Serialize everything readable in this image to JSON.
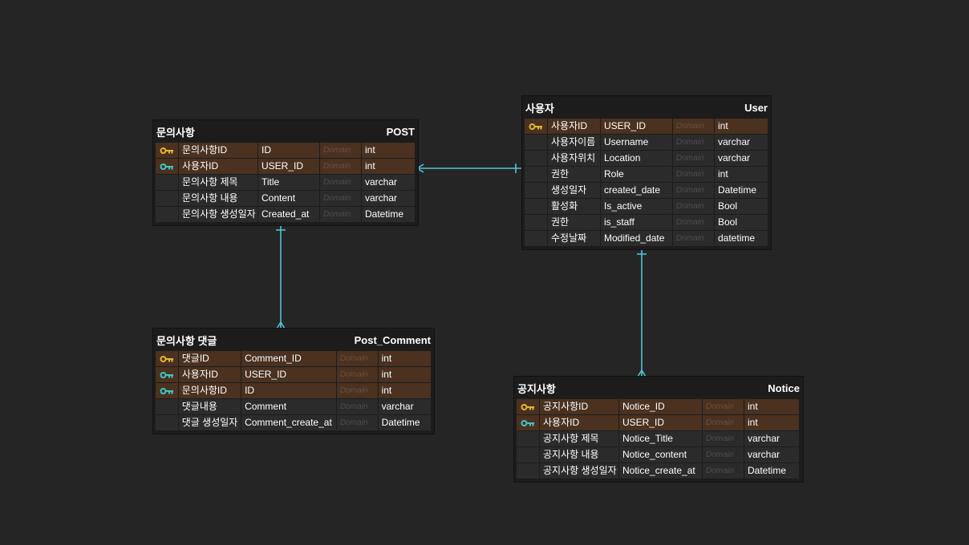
{
  "domain_placeholder": "Domain",
  "colors": {
    "background": "#252525",
    "key_row": "#4a3120",
    "primary_key_icon": "#e5b82a",
    "foreign_key_icon": "#3fc7c5",
    "relation_line": "#4fc3d9"
  },
  "tables": {
    "post": {
      "title_ko": "문의사항",
      "title_en": "POST",
      "rows": [
        {
          "key": "pk",
          "ko": "문의사항ID",
          "name": "ID",
          "type": "int"
        },
        {
          "key": "fk",
          "ko": "사용자ID",
          "name": "USER_ID",
          "type": "int"
        },
        {
          "key": "",
          "ko": "문의사항 제목",
          "name": "Title",
          "type": "varchar"
        },
        {
          "key": "",
          "ko": "문의사항 내용",
          "name": "Content",
          "type": "varchar"
        },
        {
          "key": "",
          "ko": "문의사항 생성일자",
          "name": " Created_at",
          "type": "Datetime"
        }
      ]
    },
    "user": {
      "title_ko": "사용자",
      "title_en": "User",
      "rows": [
        {
          "key": "pk",
          "ko": "사용자ID",
          "name": "USER_ID",
          "type": "int"
        },
        {
          "key": "",
          "ko": "사용자이름",
          "name": "Username",
          "type": "varchar"
        },
        {
          "key": "",
          "ko": "사용자위치",
          "name": "Location",
          "type": "varchar"
        },
        {
          "key": "",
          "ko": "권한",
          "name": "Role",
          "type": "int"
        },
        {
          "key": "",
          "ko": "생성일자",
          "name": "created_date",
          "type": "Datetime"
        },
        {
          "key": "",
          "ko": "활성화",
          "name": "Is_active",
          "type": "Bool"
        },
        {
          "key": "",
          "ko": "권한",
          "name": "is_staff",
          "type": "Bool"
        },
        {
          "key": "",
          "ko": "수정날짜",
          "name": "Modified_date",
          "type": "datetime"
        }
      ]
    },
    "post_comment": {
      "title_ko": "문의사항 댓글",
      "title_en": "Post_Comment",
      "rows": [
        {
          "key": "pk",
          "ko": "댓글ID",
          "name": "Comment_ID",
          "type": "int"
        },
        {
          "key": "fk",
          "ko": "사용자ID",
          "name": "USER_ID",
          "type": "int"
        },
        {
          "key": "fk",
          "ko": "문의사항ID",
          "name": "ID",
          "type": "int"
        },
        {
          "key": "",
          "ko": "댓글내용",
          "name": "Comment",
          "type": "varchar"
        },
        {
          "key": "",
          "ko": "댓글 생성일자",
          "name": "Comment_create_at",
          "type": "Datetime"
        }
      ]
    },
    "notice": {
      "title_ko": "공지사항",
      "title_en": "Notice",
      "rows": [
        {
          "key": "pk",
          "ko": "공지사항ID",
          "name": "Notice_ID",
          "type": "int"
        },
        {
          "key": "fk",
          "ko": "사용자ID",
          "name": "USER_ID",
          "type": "int"
        },
        {
          "key": "",
          "ko": "공지사항 제목",
          "name": " Notice_Title",
          "type": "varchar"
        },
        {
          "key": "",
          "ko": "공지사항 내용",
          "name": "Notice_content",
          "type": "varchar"
        },
        {
          "key": "",
          "ko": "공지사항 생성일자",
          "name": "Notice_create_at",
          "type": "Datetime"
        }
      ]
    }
  },
  "relationships": [
    {
      "from": "user",
      "to": "post",
      "cardinality": "one-to-many"
    },
    {
      "from": "post",
      "to": "post_comment",
      "cardinality": "one-to-many"
    },
    {
      "from": "user",
      "to": "notice",
      "cardinality": "one-to-many"
    }
  ]
}
